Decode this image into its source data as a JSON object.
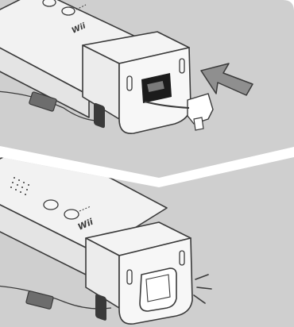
{
  "panels": [
    {
      "id": "top",
      "step": "insert-attachment",
      "logo": "Wii",
      "has_arrow": true
    },
    {
      "id": "bottom",
      "step": "attachment-seated",
      "logo": "Wii",
      "has_click_marks": true
    }
  ],
  "colors": {
    "panel_background": "#cfcfcf",
    "controller_body": "#f2f2f2",
    "outline": "#3a3a3a",
    "arrow_fill": "#8f8f8f"
  }
}
